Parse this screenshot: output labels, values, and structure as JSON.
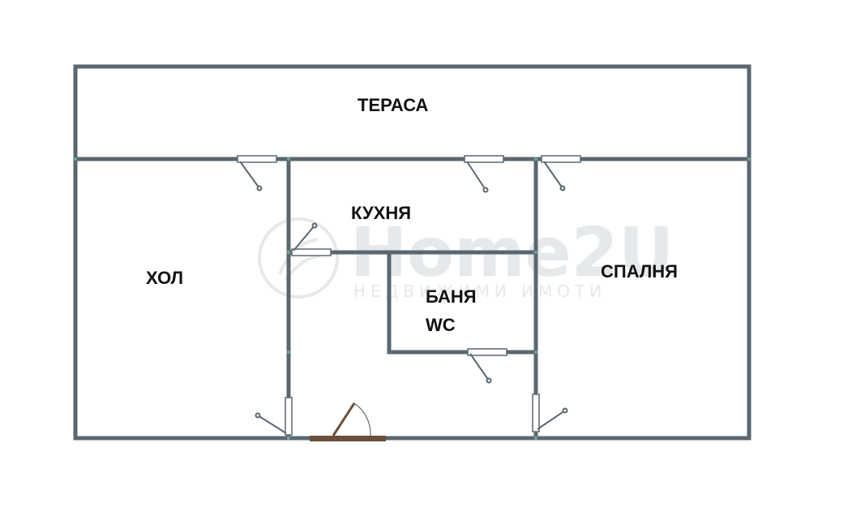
{
  "rooms": {
    "terrace": "ТЕРАСА",
    "kitchen": "КУХНЯ",
    "hall": "ХОЛ",
    "bathroom_line1": "БАНЯ",
    "bathroom_line2": "WC",
    "bedroom": "СПАЛНЯ"
  },
  "watermark": {
    "logo_text": "Home2U",
    "tagline": "НЕДВИЖИМИ ИМОТИ"
  },
  "colors": {
    "wall": "#5b6770",
    "door_frame": "#5b6770",
    "entrance": "#6b4f3a",
    "watermark": "#e3e6e8",
    "background": "#ffffff"
  }
}
